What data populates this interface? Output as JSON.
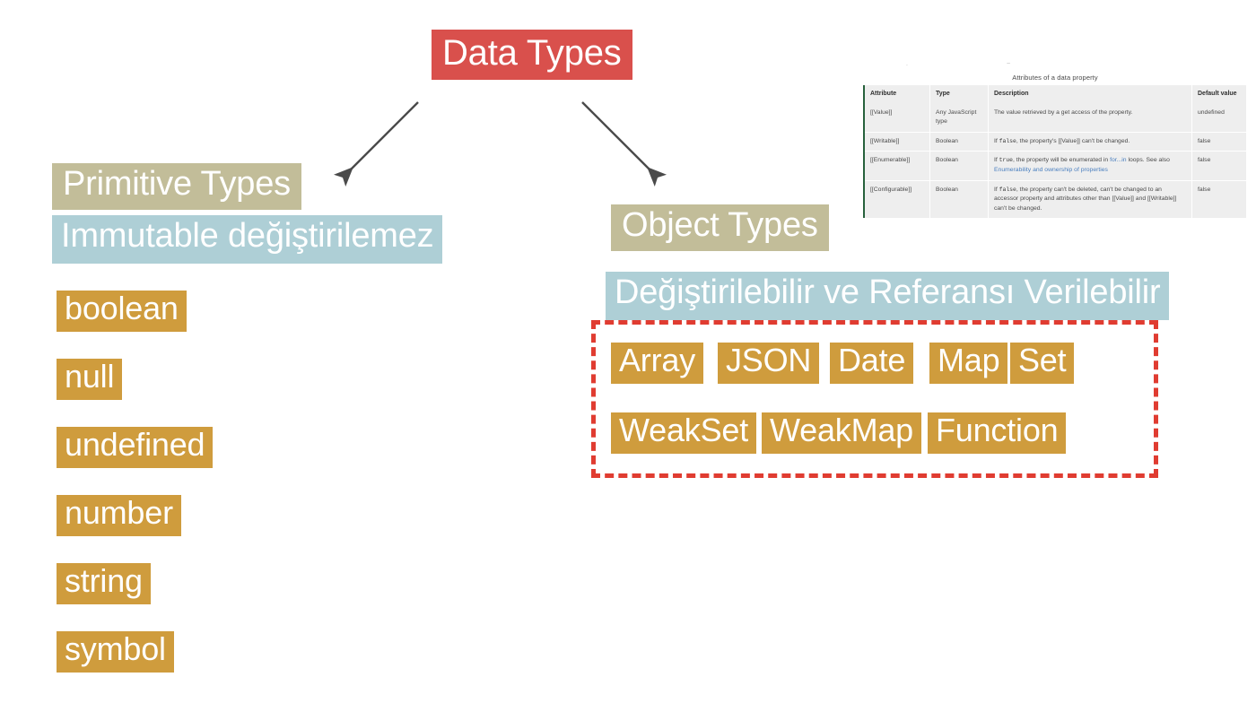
{
  "slide": {
    "title": "Data Types",
    "background_color": "#ffffff",
    "colors": {
      "title_bg": "#d9504c",
      "section_bg": "#c2bd99",
      "description_bg": "#aecfd6",
      "type_bg": "#cf9c3d",
      "dashed_border": "#e03c31",
      "arrow": "#4a4a4a",
      "table_accent": "#27613c"
    }
  },
  "left_branch": {
    "heading": "Primitive Types",
    "description": "Immutable değiştirilemez",
    "types": [
      "boolean",
      "null",
      "undefined",
      "number",
      "string",
      "symbol"
    ]
  },
  "right_branch": {
    "heading": "Object Types",
    "description": "Değiştirilebilir ve Referansı Verilebilir",
    "types_row1": [
      "Array",
      "JSON",
      "Date",
      "Map",
      "Set"
    ],
    "types_row2": [
      "WeakSet",
      "WeakMap",
      "Function"
    ]
  },
  "arrows": [
    {
      "name": "arrow-to-primitive-types",
      "direction": "down-left"
    },
    {
      "name": "arrow-to-object-types",
      "direction": "down-right"
    }
  ],
  "mdn_table": {
    "caption": "Attributes of a data property",
    "columns": [
      "Attribute",
      "Type",
      "Description",
      "Default value"
    ],
    "rows": [
      {
        "attribute": "[[Value]]",
        "type": "Any JavaScript type",
        "description_pre": "The value retrieved by a get access of the property.",
        "default": "undefined"
      },
      {
        "attribute": "[[Writable]]",
        "type": "Boolean",
        "description_pre": "If ",
        "description_code": "false",
        "description_post": ", the property's [[Value]] can't be changed.",
        "default": "false"
      },
      {
        "attribute": "[[Enumerable]]",
        "type": "Boolean",
        "description_pre": "If ",
        "description_code": "true",
        "description_mid": ", the property will be enumerated in ",
        "description_link1": "for...in",
        "description_mid2": " loops. See also ",
        "description_link2": "Enumerability and ownership of properties",
        "default": "false"
      },
      {
        "attribute": "[[Configurable]]",
        "type": "Boolean",
        "description_pre": "If ",
        "description_code": "false",
        "description_post": ", the property can't be deleted, can't be changed to an accessor property and attributes other than [[Value]] and [[Writable]] can't be changed.",
        "default": "false"
      }
    ]
  }
}
